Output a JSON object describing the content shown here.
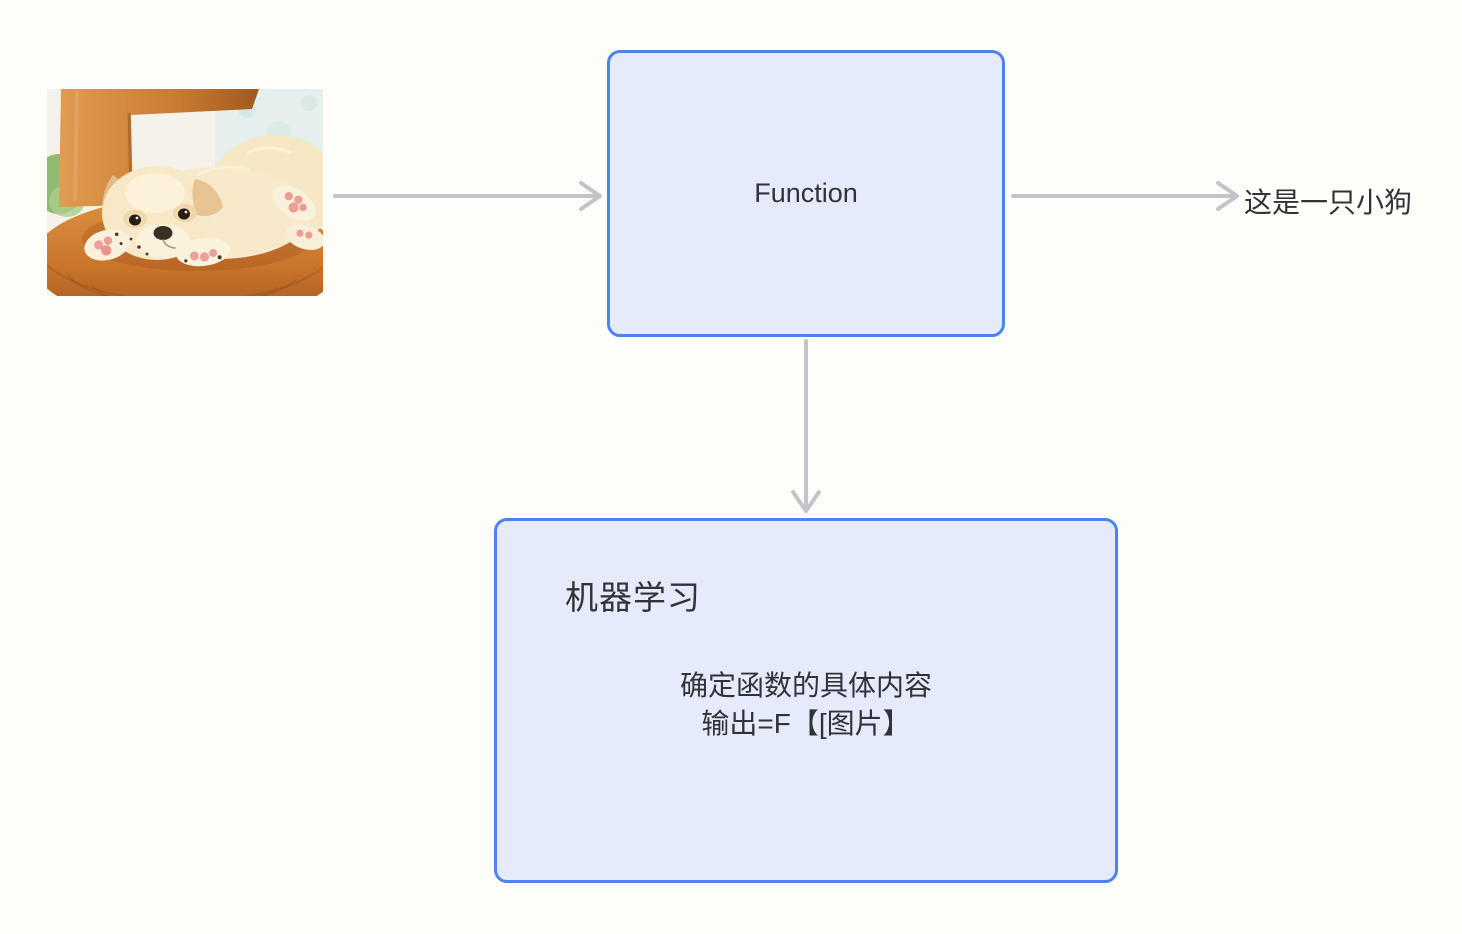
{
  "colors": {
    "accent": "#4d82f0",
    "box_fill": "#e6ebfb",
    "arrow": "#c2c4ca",
    "text": "#303338",
    "canvas_bg": "#fdfdf9"
  },
  "diagram": {
    "function_node": {
      "label": "Function"
    },
    "ml_node": {
      "title": "机器学习",
      "body_line1": "确定函数的具体内容",
      "body_line2": "输出=F【[图片】"
    },
    "output_label": "这是一只小狗",
    "icons": {
      "input_image": "puppy-photo"
    }
  }
}
